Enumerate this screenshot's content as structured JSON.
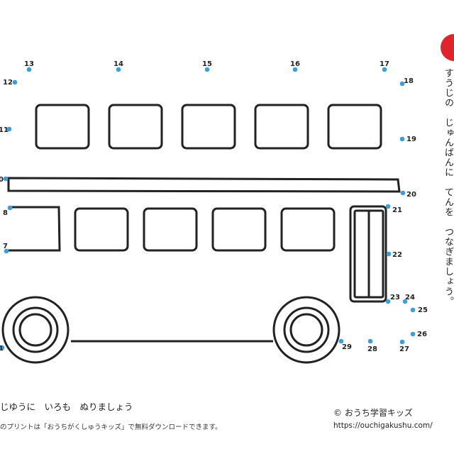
{
  "instruction_vertical": "すうじの　じゅんばんに　てんを　つなぎましょう。",
  "color_instruction": "じゆうに　いろも　ぬりましょう",
  "print_note": "のプリントは「おうちがくしゅうキッズ」で無料ダウンロードできます。",
  "copyright": "© おうち学習キッズ",
  "url": "https://ouchigakushu.com/",
  "dot_color": "#3a9fd6",
  "dots": [
    {
      "n": "7"
    },
    {
      "n": "8"
    },
    {
      "n": "0"
    },
    {
      "n": "11"
    },
    {
      "n": "12"
    },
    {
      "n": "13"
    },
    {
      "n": "14"
    },
    {
      "n": "15"
    },
    {
      "n": "16"
    },
    {
      "n": "17"
    },
    {
      "n": "18"
    },
    {
      "n": "19"
    },
    {
      "n": "20"
    },
    {
      "n": "21"
    },
    {
      "n": "22"
    },
    {
      "n": "23"
    },
    {
      "n": "24"
    },
    {
      "n": "25"
    },
    {
      "n": "26"
    },
    {
      "n": "27"
    },
    {
      "n": "28"
    },
    {
      "n": "29"
    },
    {
      "n": "1"
    }
  ]
}
